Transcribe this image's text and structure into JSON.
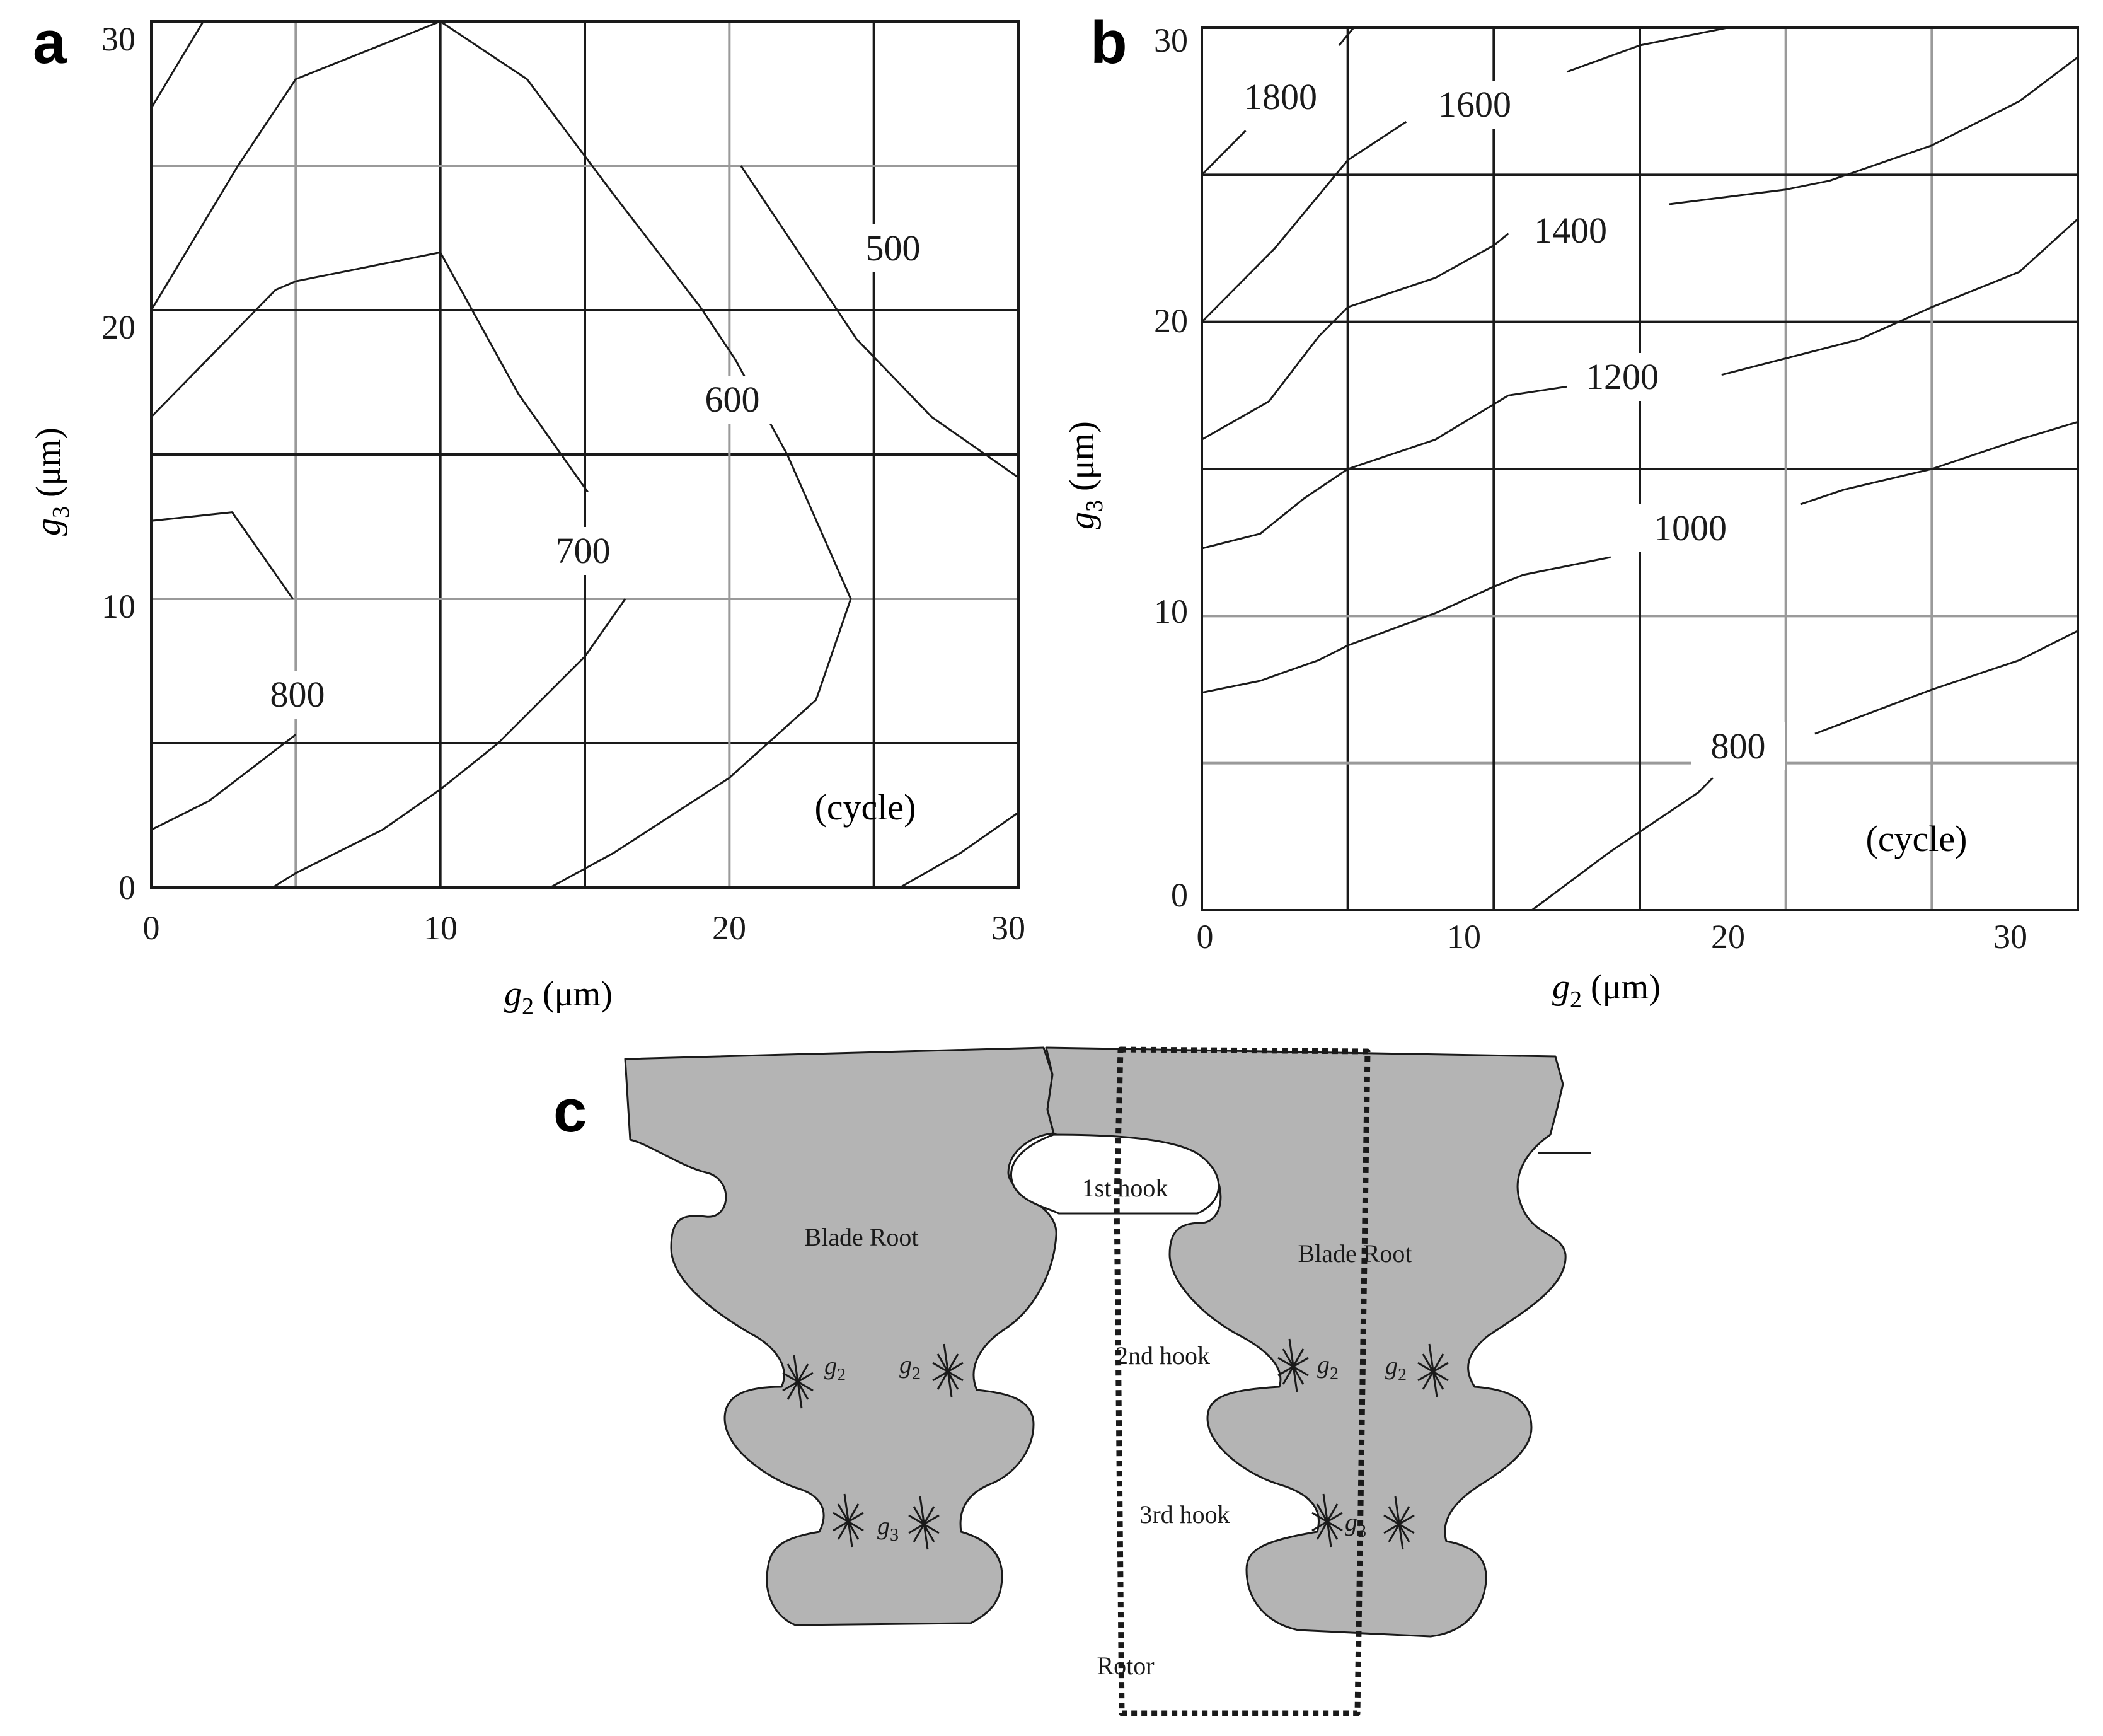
{
  "panels": {
    "a": {
      "letter": "a",
      "x_ticks": [
        "0",
        "10",
        "20",
        "30"
      ],
      "y_ticks": [
        "0",
        "10",
        "20",
        "30"
      ],
      "xlabel_main": "g",
      "xlabel_sub": "2",
      "xlabel_unit": " (μm)",
      "ylabel_main": "g",
      "ylabel_sub": "3",
      "ylabel_unit": " (μm)",
      "unit_note": "(cycle)",
      "contour_labels": [
        "500",
        "600",
        "700",
        "800"
      ]
    },
    "b": {
      "letter": "b",
      "x_ticks": [
        "0",
        "10",
        "20",
        "30"
      ],
      "y_ticks": [
        "0",
        "10",
        "20",
        "30"
      ],
      "xlabel_main": "g",
      "xlabel_sub": "2",
      "xlabel_unit": " (μm)",
      "ylabel_main": "g",
      "ylabel_sub": "3",
      "ylabel_unit": " (μm)",
      "unit_note": "(cycle)",
      "contour_labels": [
        "1800",
        "1600",
        "1400",
        "1200",
        "1000",
        "800"
      ]
    },
    "c": {
      "letter": "c",
      "blade_root_left": "Blade Root",
      "blade_root_right": "Blade Root",
      "hook_1": "1st hook",
      "hook_2": "2nd hook",
      "hook_3": "3rd hook",
      "rotor": "Rotor",
      "g2": "g",
      "g2_sub": "2",
      "g3": "g",
      "g3_sub": "3"
    }
  },
  "colors": {
    "line": "#1a1a1a",
    "grid_light": "#9a9a9a",
    "blade_fill": "#b4b4b4",
    "background": "#ffffff"
  },
  "chart_data": [
    {
      "type": "contour",
      "panel": "a",
      "xlabel": "g2 (μm)",
      "ylabel": "g3 (μm)",
      "xlim": [
        0,
        30
      ],
      "ylim": [
        0,
        30
      ],
      "grid": true,
      "unit": "(cycle)",
      "contours": [
        {
          "level": 500,
          "points": [
            [
              20.4,
              25
            ],
            [
              24.4,
              19
            ],
            [
              27,
              16.3
            ],
            [
              30,
              14.2
            ]
          ]
        },
        {
          "level": 600,
          "points": [
            [
              0,
              27
            ],
            [
              1.8,
              30
            ]
          ]
        },
        {
          "level": 600,
          "points": [
            [
              0,
              20
            ],
            [
              3,
              25
            ],
            [
              5,
              28
            ],
            [
              10,
              30
            ],
            [
              13,
              28
            ],
            [
              16,
              24
            ],
            [
              19,
              20.1
            ],
            [
              20.2,
              18.3
            ],
            [
              22,
              15
            ],
            [
              24.2,
              10
            ],
            [
              23,
              6.5
            ],
            [
              20,
              3.8
            ],
            [
              16,
              1.2
            ],
            [
              13.8,
              0
            ]
          ]
        },
        {
          "level": 700,
          "points": [
            [
              0,
              16.3
            ],
            [
              4.3,
              20.7
            ],
            [
              5,
              21
            ],
            [
              10,
              22
            ],
            [
              12.7,
              17.1
            ],
            [
              15.1,
              13.7
            ]
          ]
        },
        {
          "level": 700,
          "points": [
            [
              16.4,
              10
            ],
            [
              15,
              8
            ],
            [
              12,
              5
            ],
            [
              10,
              3.4
            ],
            [
              8,
              2
            ],
            [
              5,
              0.5
            ],
            [
              4.2,
              0
            ]
          ]
        },
        {
          "level": 800,
          "points": [
            [
              0,
              12.7
            ],
            [
              2.8,
              13
            ],
            [
              4.9,
              10
            ]
          ]
        },
        {
          "level": 800,
          "points": [
            [
              5,
              5.3
            ],
            [
              2,
              3
            ],
            [
              0,
              2
            ]
          ]
        },
        {
          "level": 500,
          "points": [
            [
              25.9,
              0
            ],
            [
              28,
              1.2
            ],
            [
              30,
              2.6
            ]
          ]
        }
      ]
    },
    {
      "type": "contour",
      "panel": "b",
      "xlabel": "g2 (μm)",
      "ylabel": "g3 (μm)",
      "xlim": [
        0,
        30
      ],
      "ylim": [
        0,
        30
      ],
      "grid": true,
      "unit": "(cycle)",
      "contours": [
        {
          "level": 1800,
          "points": [
            [
              0,
              25
            ],
            [
              1.5,
              26.5
            ]
          ]
        },
        {
          "level": 1800,
          "points": [
            [
              4.7,
              29.4
            ],
            [
              5.2,
              30
            ]
          ]
        },
        {
          "level": 1600,
          "points": [
            [
              0,
              20
            ],
            [
              2.5,
              22.5
            ],
            [
              5,
              25.5
            ],
            [
              7,
              26.8
            ]
          ]
        },
        {
          "level": 1600,
          "points": [
            [
              12.5,
              28.5
            ],
            [
              15,
              29.4
            ],
            [
              18,
              30
            ]
          ]
        },
        {
          "level": 1400,
          "points": [
            [
              0,
              16
            ],
            [
              2.3,
              17.3
            ],
            [
              4,
              19.5
            ],
            [
              5,
              20.5
            ],
            [
              8,
              21.5
            ],
            [
              10,
              22.6
            ],
            [
              10.5,
              23
            ]
          ]
        },
        {
          "level": 1400,
          "points": [
            [
              16,
              24
            ],
            [
              20,
              24.5
            ],
            [
              21.5,
              24.8
            ],
            [
              25,
              26
            ],
            [
              28,
              27.5
            ],
            [
              30,
              29
            ]
          ]
        },
        {
          "level": 1200,
          "points": [
            [
              0,
              12.3
            ],
            [
              2,
              12.8
            ],
            [
              3.5,
              14
            ],
            [
              5,
              15
            ],
            [
              8,
              16
            ],
            [
              10.5,
              17.5
            ],
            [
              12.5,
              17.8
            ]
          ]
        },
        {
          "level": 1200,
          "points": [
            [
              17.8,
              18.2
            ],
            [
              22.5,
              19.4
            ],
            [
              25,
              20.5
            ],
            [
              28,
              21.7
            ],
            [
              30,
              23.5
            ]
          ]
        },
        {
          "level": 1000,
          "points": [
            [
              0,
              7.4
            ],
            [
              2,
              7.8
            ],
            [
              4,
              8.5
            ],
            [
              5,
              9
            ],
            [
              8,
              10.1
            ],
            [
              10,
              11
            ],
            [
              11,
              11.4
            ],
            [
              14,
              12
            ]
          ]
        },
        {
          "level": 1000,
          "points": [
            [
              20.5,
              13.8
            ],
            [
              22,
              14.3
            ],
            [
              25,
              15
            ],
            [
              28,
              16
            ],
            [
              30,
              16.6
            ]
          ]
        },
        {
          "level": 800,
          "points": [
            [
              11.3,
              0
            ],
            [
              14,
              2
            ],
            [
              17,
              4
            ],
            [
              17.5,
              4.5
            ]
          ]
        },
        {
          "level": 800,
          "points": [
            [
              21,
              6
            ],
            [
              25,
              7.5
            ],
            [
              28,
              8.5
            ],
            [
              30,
              9.5
            ]
          ]
        }
      ]
    }
  ]
}
